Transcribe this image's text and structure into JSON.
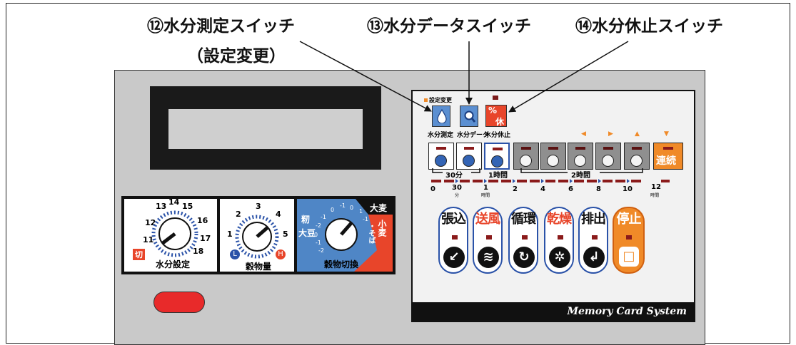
{
  "callouts": {
    "c12_line1": "⑫水分測定スイッチ",
    "c12_line2": "（設定変更）",
    "c13": "⑬水分データスイッチ",
    "c14": "⑭水分休止スイッチ"
  },
  "top_buttons": {
    "setting_change": "設定変更",
    "measure_label": "水分測定",
    "data_label": "水分データ",
    "pause_label": "水分休止",
    "pause_symbol": "%",
    "pause_glyph": "休"
  },
  "arrows": {
    "left": "◀",
    "right": "▶",
    "up": "▲",
    "down": "▼"
  },
  "timer": {
    "continuous_label": "連続",
    "group_30": "30分",
    "group_1h": "1時間",
    "group_2h": "2時間",
    "scale": [
      "0",
      "30",
      "1",
      "2",
      "4",
      "6",
      "8",
      "10",
      "12"
    ],
    "scale_units": {
      "m": "分",
      "h1": "時間",
      "h12": "時間"
    }
  },
  "dials": {
    "moisture_label": "水分設定",
    "moisture_off": "切",
    "moisture_ticks": [
      "11",
      "12",
      "13",
      "14",
      "15",
      "16",
      "17",
      "18"
    ],
    "amount_label": "穀物量",
    "amount_ticks": [
      "1",
      "2",
      "3",
      "4",
      "5"
    ],
    "amount_low": "L",
    "amount_high": "H",
    "grain_label": "穀物切換",
    "grain_left": "籾\n大豆",
    "grain_left_a": "籾",
    "grain_left_b": "大豆",
    "grain_top": "大麦",
    "grain_right_a": "小麦",
    "grain_right_b": "・そば",
    "grain_ticks": [
      "-1",
      "-2",
      "0",
      "-1",
      "-2",
      "0",
      "-1",
      "0",
      "1",
      "-1"
    ]
  },
  "main_buttons": [
    {
      "label": "張込",
      "color": "#111111",
      "icon": "↙"
    },
    {
      "label": "送風",
      "color": "#e8452a",
      "icon": "≋"
    },
    {
      "label": "循環",
      "color": "#111111",
      "icon": "↻"
    },
    {
      "label": "乾燥",
      "color": "#e8452a",
      "icon": "✲"
    },
    {
      "label": "排出",
      "color": "#111111",
      "icon": "↲"
    }
  ],
  "stop_button": {
    "label": "停止",
    "icon": "□"
  },
  "card_footer": "Memory Card System",
  "colors": {
    "accent_blue": "#2a52a8",
    "alert_red": "#e8452a",
    "orange": "#f08a28"
  }
}
